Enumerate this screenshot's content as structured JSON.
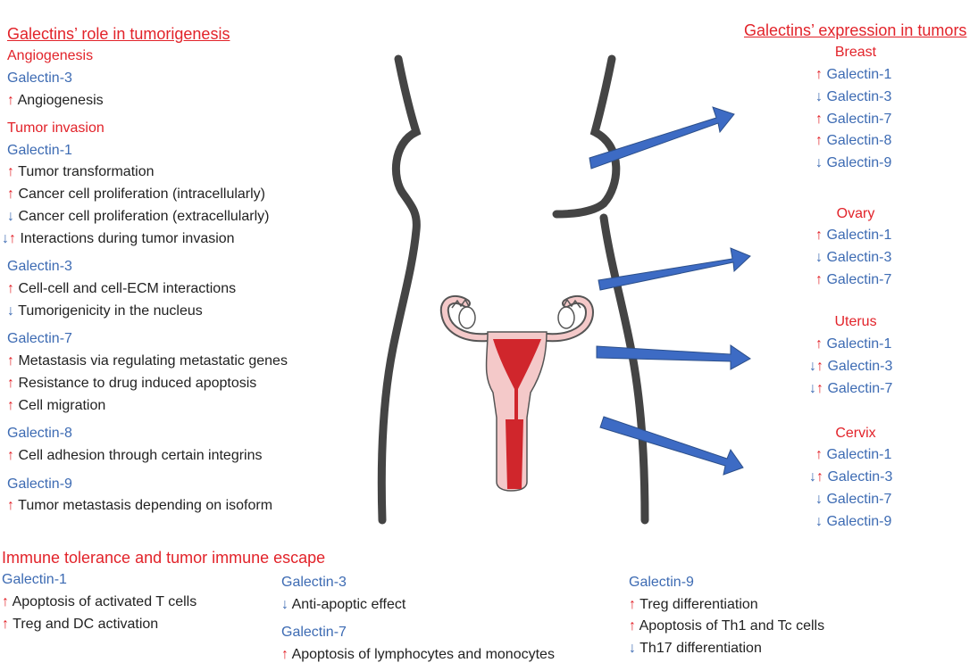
{
  "left": {
    "heading": "Galectins’ role in tumorigenesis",
    "angiogenesis": {
      "title": "Angiogenesis",
      "g3": "Galectin-3",
      "g3_items": [
        "Angiogenesis"
      ]
    },
    "invasion": {
      "title": "Tumor invasion",
      "g1": "Galectin-1",
      "g1_items": [
        "Tumor transformation",
        "Cancer cell proliferation (intracellularly)",
        "Cancer cell proliferation (extracellularly)",
        "Interactions during tumor invasion"
      ],
      "g3": "Galectin-3",
      "g3_items": [
        "Cell-cell and cell-ECM interactions",
        "Tumorigenicity in the nucleus"
      ],
      "g7": "Galectin-7",
      "g7_items": [
        "Metastasis via regulating metastatic genes",
        "Resistance to drug induced apoptosis",
        "Cell migration"
      ],
      "g8": "Galectin-8",
      "g8_items": [
        "Cell adhesion through certain integrins"
      ],
      "g9": "Galectin-9",
      "g9_items": [
        "Tumor metastasis depending on isoform"
      ]
    }
  },
  "right": {
    "heading": "Galectins’ expression in tumors",
    "breast": {
      "title": "Breast",
      "items": [
        "Galectin-1",
        "Galectin-3",
        "Galectin-7",
        "Galectin-8",
        "Galectin-9"
      ]
    },
    "ovary": {
      "title": "Ovary",
      "items": [
        "Galectin-1",
        "Galectin-3",
        "Galectin-7"
      ]
    },
    "uterus": {
      "title": "Uterus",
      "items": [
        "Galectin-1",
        "Galectin-3",
        "Galectin-7"
      ]
    },
    "cervix": {
      "title": "Cervix",
      "items": [
        "Galectin-1",
        "Galectin-3",
        "Galectin-7",
        "Galectin-9"
      ]
    }
  },
  "immune": {
    "heading": "Immune tolerance and tumor immune escape",
    "g1": "Galectin-1",
    "g1_items": [
      "Apoptosis of activated T cells",
      "Treg and DC activation"
    ],
    "g3": "Galectin-3",
    "g3_items": [
      "Anti-apoptic effect"
    ],
    "g7": "Galectin-7",
    "g7_items": [
      "Apoptosis of lymphocytes and monocytes"
    ],
    "g9": "Galectin-9",
    "g9_items": [
      "Treg differentiation",
      "Apoptosis of Th1 and Tc cells",
      "Th17 differentiation"
    ]
  },
  "arrows": {
    "up": "↑",
    "down": "↓",
    "downup": "↓↑"
  },
  "colors": {
    "red": "#e2232a",
    "blue": "#3d6bb3",
    "arrow_fill": "#3d6bc4",
    "body_outline": "#444444",
    "uterus_red": "#d0262c",
    "uterus_pink": "#f4c9c9"
  }
}
